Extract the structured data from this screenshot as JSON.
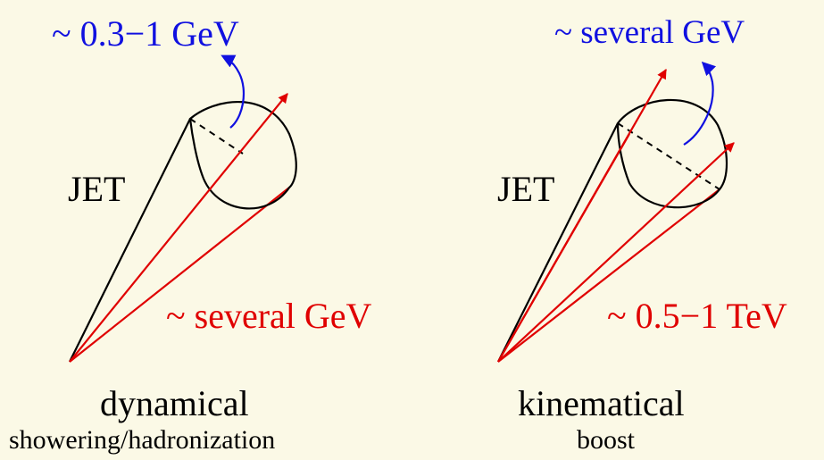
{
  "left": {
    "top_label": "~ 0.3−1 GeV",
    "jet_label": "JET",
    "bottom_label": "~ several GeV",
    "caption": "dynamical",
    "subcaption": "showering/hadronization"
  },
  "right": {
    "top_label": "~ several GeV",
    "jet_label": "JET",
    "bottom_label": "~ 0.5−1 TeV",
    "caption": "kinematical",
    "subcaption": "boost"
  },
  "colors": {
    "background": "#fbf9e6",
    "blue": "#1010e0",
    "red": "#e00000",
    "black": "#000000"
  }
}
